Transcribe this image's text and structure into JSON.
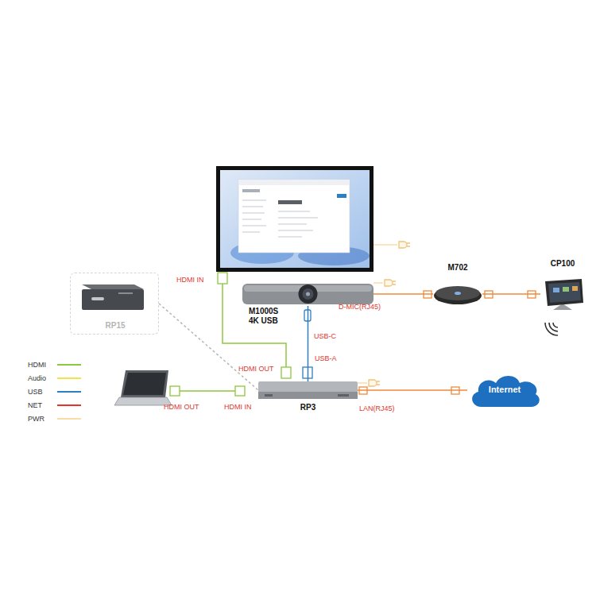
{
  "diagram": {
    "nodes": [
      {
        "text": [
          "RP15"
        ]
      },
      {
        "text": [
          "M1000S 4K USB"
        ]
      },
      {
        "text": [
          "M702"
        ]
      },
      {
        "text": [
          "CP100"
        ]
      },
      {
        "text": [
          "RP3"
        ]
      },
      {
        "text": [
          "Internet"
        ]
      }
    ],
    "edges": [
      {
        "from": 0,
        "to": 4,
        "arrow": "none"
      },
      {
        "from": 1,
        "to": 4,
        "arrow": "none"
      },
      {
        "from": 1,
        "to": 2,
        "arrow": "none"
      },
      {
        "from": 2,
        "to": 3,
        "arrow": "none"
      },
      {
        "from": 4,
        "to": 5,
        "arrow": "none"
      }
    ],
    "labels": [
      "HDMI IN",
      "D-MIC(RJ45)",
      "USB-C",
      "HDMI OUT",
      "USB-A",
      "HDMI OUT",
      "HDMI IN",
      "LAN(RJ45)"
    ],
    "legend": [
      {
        "text": "HDMI",
        "color": "#8dc63f"
      },
      {
        "text": "Audio",
        "color": "#f3e24c"
      },
      {
        "text": "USB",
        "color": "#2e7fc2"
      },
      {
        "text": "NET",
        "color": "#e8342b"
      },
      {
        "text": "PWR",
        "color": "#f9dca6"
      }
    ]
  }
}
